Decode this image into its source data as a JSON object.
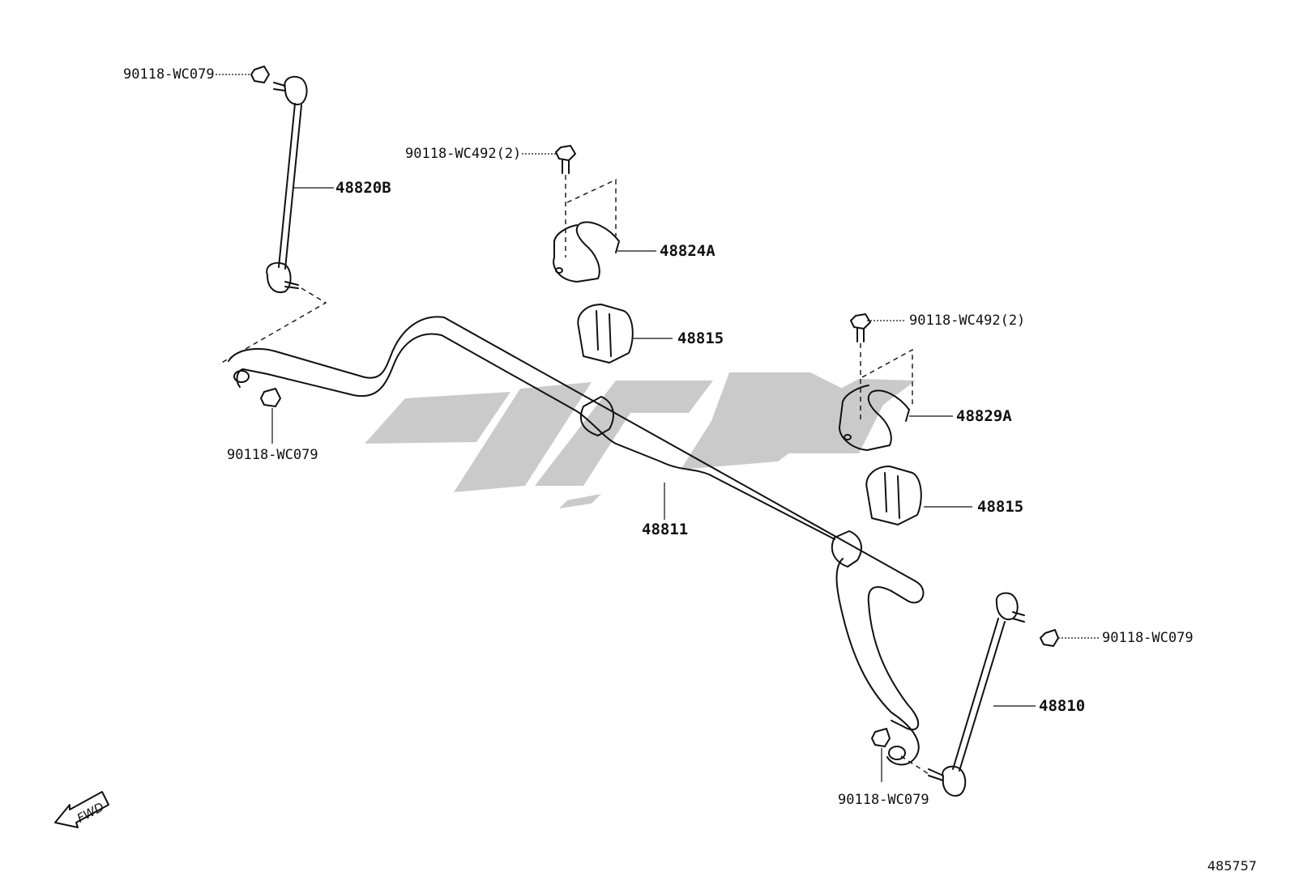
{
  "diagram": {
    "labels": {
      "nut_top_left": "90118-WC079",
      "link_left": "48820B",
      "bolt_top": "90118-WC492(2)",
      "bracket_left": "48824A",
      "bushing_left": "48815",
      "nut_mid_left": "90118-WC079",
      "bolt_right": "90118-WC492(2)",
      "bracket_right": "48829A",
      "stabilizer_bar": "48811",
      "bushing_right": "48815",
      "nut_right": "90118-WC079",
      "link_right": "48810",
      "nut_bottom": "90118-WC079"
    },
    "fwd_marker": "FWD",
    "figure_number": "485757",
    "watermark_color": "#c8c8c8",
    "line_color": "#111111"
  }
}
